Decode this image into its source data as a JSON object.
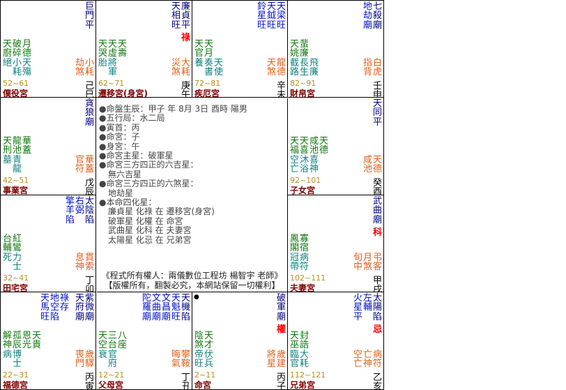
{
  "palaces": [
    {
      "pos": "r0c0",
      "name": "僕役宮",
      "age": "52~61",
      "stem": "己",
      "branch": "巳",
      "major": [
        {
          "name": "巨門",
          "bright": "平",
          "kind": "main"
        }
      ],
      "sihua": "",
      "dot": "",
      "green": [
        "天廚",
        "破碎",
        "月德"
      ],
      "teal": [
        "絕",
        "小耗",
        "天殤"
      ],
      "orange": [
        "劫煞",
        "小耗"
      ]
    },
    {
      "pos": "r0c1",
      "name": "遷移宮(身宮)",
      "age": "62~71",
      "stem": "庚",
      "branch": "午",
      "major": [
        {
          "name": "天相",
          "bright": "旺",
          "kind": "main"
        },
        {
          "name": "廉貞",
          "bright": "平",
          "kind": "main"
        }
      ],
      "sihua": "祿",
      "dot": "",
      "green": [
        "天哭",
        "天虛",
        "天壽"
      ],
      "teal": [
        "胎",
        "將軍"
      ],
      "orange": [
        "災煞",
        "大耗"
      ]
    },
    {
      "pos": "r0c2",
      "name": "疾厄宮",
      "age": "72~81",
      "stem": "辛",
      "branch": "未",
      "major": [
        {
          "name": "鈴星",
          "bright": "旺",
          "kind": "aux"
        },
        {
          "name": "天鉞",
          "bright": "旺",
          "kind": "aux"
        },
        {
          "name": "天梁",
          "bright": "旺",
          "kind": "aux"
        }
      ],
      "sihua": "",
      "dot": "",
      "green": [
        "天官",
        "天月"
      ],
      "teal": [
        "養",
        "奏書",
        "天使"
      ],
      "orange": [
        "天煞",
        "龍德"
      ]
    },
    {
      "pos": "r0c3",
      "name": "財帛宮",
      "age": "82~91",
      "stem": "壬",
      "branch": "申",
      "major": [
        {
          "name": "地劫",
          "bright": "廟",
          "kind": "aux"
        },
        {
          "name": "七殺",
          "bright": "廟",
          "kind": "main"
        }
      ],
      "sihua": "",
      "dot": "",
      "green": [
        "天姚",
        "蜚廉"
      ],
      "teal": [
        "截路",
        "長生",
        "飛廉"
      ],
      "orange": [
        "指背",
        "白虎"
      ]
    },
    {
      "pos": "r1c0",
      "name": "事業宮",
      "age": "42~51",
      "stem": "戊",
      "branch": "辰",
      "major": [
        {
          "name": "貪狼",
          "bright": "廟",
          "kind": "main"
        }
      ],
      "sihua": "",
      "dot": "",
      "green": [
        "天刑",
        "龍池",
        "華蓋"
      ],
      "teal": [
        "墓",
        "青龍"
      ],
      "orange": [
        "官符",
        "華蓋"
      ]
    },
    {
      "pos": "r1c3",
      "name": "子女宮",
      "age": "92~101",
      "stem": "癸",
      "branch": "酉",
      "major": [
        {
          "name": "天同",
          "bright": "平",
          "kind": "main"
        }
      ],
      "sihua": "",
      "dot": "",
      "green": [
        "天福",
        "天喜",
        "咸池",
        "天德"
      ],
      "teal": [
        "空亡",
        "沐浴",
        "喜神"
      ],
      "orange": [
        "咸池",
        "天德"
      ]
    },
    {
      "pos": "r2c0",
      "name": "田宅宮",
      "age": "32~41",
      "stem": "丁",
      "branch": "卯",
      "major": [
        {
          "name": "擎羊",
          "bright": "陷",
          "kind": "aux"
        },
        {
          "name": "右弼",
          "bright": "",
          "kind": "aux"
        },
        {
          "name": "太陰",
          "bright": "陷",
          "kind": "main"
        }
      ],
      "sihua": "",
      "dot": "",
      "green": [
        "台輔",
        "紅鸞"
      ],
      "teal": [
        "死",
        "力士"
      ],
      "orange": [
        "息神",
        "貫索"
      ]
    },
    {
      "pos": "r2c3",
      "name": "夫妻宮",
      "age": "102~111",
      "stem": "甲",
      "branch": "戌",
      "major": [
        {
          "name": "武曲",
          "bright": "廟",
          "kind": "main"
        }
      ],
      "sihua": "科",
      "dot": "",
      "green": [
        "鳳閣",
        "寡宿"
      ],
      "teal": [
        "冠帶",
        "病符"
      ],
      "orange": [
        "旬中",
        "月煞",
        "弔客"
      ]
    },
    {
      "pos": "r3c0",
      "name": "福德宮",
      "age": "22~31",
      "stem": "丙",
      "branch": "寅",
      "major": [
        {
          "name": "天馬",
          "bright": "旺",
          "kind": "aux"
        },
        {
          "name": "地空",
          "bright": "陷",
          "kind": "aux"
        },
        {
          "name": "祿存",
          "bright": "",
          "kind": "aux"
        },
        {
          "name": "天府",
          "bright": "廟",
          "kind": "main",
          "gap": true
        },
        {
          "name": "紫微",
          "bright": "廟",
          "kind": "main"
        }
      ],
      "sihua": "",
      "dot": "",
      "green": [
        "解神",
        "孤辰",
        "恩光",
        "天貴"
      ],
      "teal": [
        "病",
        "博士"
      ],
      "orange": [
        "喪門",
        "歲驛"
      ]
    },
    {
      "pos": "r3c1",
      "name": "父母宮",
      "age": "12~21",
      "stem": "丁",
      "branch": "丑",
      "major": [
        {
          "name": "陀羅",
          "bright": "廟",
          "kind": "aux"
        },
        {
          "name": "文曲",
          "bright": "廟",
          "kind": "aux"
        },
        {
          "name": "文昌",
          "bright": "廟",
          "kind": "aux"
        },
        {
          "name": "天魁",
          "bright": "旺",
          "kind": "aux"
        },
        {
          "name": "天機",
          "bright": "陷",
          "kind": "main"
        }
      ],
      "sihua": "",
      "dot": "",
      "green": [
        "天空",
        "三台",
        "八座"
      ],
      "teal": [
        "衰",
        "官府"
      ],
      "orange": [
        "晦氣",
        "攀鞍"
      ]
    },
    {
      "pos": "r3c2",
      "name": "命宮",
      "age": "2~11",
      "stem": "丙",
      "branch": "子",
      "major": [
        {
          "name": "破軍",
          "bright": "廟",
          "kind": "main"
        }
      ],
      "sihua": "權",
      "dot": "●",
      "green": [
        "陰煞",
        "天才"
      ],
      "teal": [
        "帝旺",
        "伏兵"
      ],
      "orange": [
        "將星",
        "歲建"
      ]
    },
    {
      "pos": "r3c3",
      "name": "兄弟宮",
      "age": "112~121",
      "stem": "乙",
      "branch": "亥",
      "major": [
        {
          "name": "火星",
          "bright": "平",
          "kind": "aux"
        },
        {
          "name": "左輔",
          "bright": "",
          "kind": "aux"
        },
        {
          "name": "太陽",
          "bright": "陷",
          "kind": "main"
        }
      ],
      "sihua": "忌",
      "dot": "",
      "green": [
        "天巫",
        "封誥"
      ],
      "teal": [
        "臨官",
        "大耗"
      ],
      "orange": [
        "空亡",
        "亡神",
        "病符"
      ]
    }
  ],
  "center": {
    "lines": [
      {
        "text": "●命盤生辰：甲子 年 8月 3日 酉時 陽男",
        "indent": false
      },
      {
        "text": "●五行局：水二局",
        "indent": false
      },
      {
        "text": "●寅首：丙",
        "indent": false
      },
      {
        "text": "●命宮：子",
        "indent": false
      },
      {
        "text": "●身宮：午",
        "indent": false
      },
      {
        "text": "●命宮主星：破軍星",
        "indent": false
      },
      {
        "text": "●命宮三方四正的六吉星：",
        "indent": false
      },
      {
        "text": "無六吉星",
        "indent": true
      },
      {
        "text": "●命宮三方四正的六煞星：",
        "indent": false
      },
      {
        "text": "地劫星",
        "indent": true
      },
      {
        "text": "●本命四化星：",
        "indent": false
      },
      {
        "text": "廉貞星 化祿 在 遷移宮(身宮)",
        "indent": true
      },
      {
        "text": "破軍星 化權 在 命宮",
        "indent": true
      },
      {
        "text": "武曲星 化科 在 夫妻宮",
        "indent": true
      },
      {
        "text": "太陽星 化忌 在 兄弟宮",
        "indent": true
      }
    ],
    "copyright1": "《程式所有權人：兩儀數位工程坊 楊智宇 老師》",
    "copyright2": "【版權所有，翻製必究，本網站保留一切權利】"
  },
  "colors": {
    "main_star": "#000080",
    "aux_star": "#0010c8",
    "sihua": "#ff0000",
    "minor": "#107810",
    "changsheng": "#108080",
    "suiqian": "#e0601a",
    "age": "#b8901a",
    "palace": "#800000"
  }
}
